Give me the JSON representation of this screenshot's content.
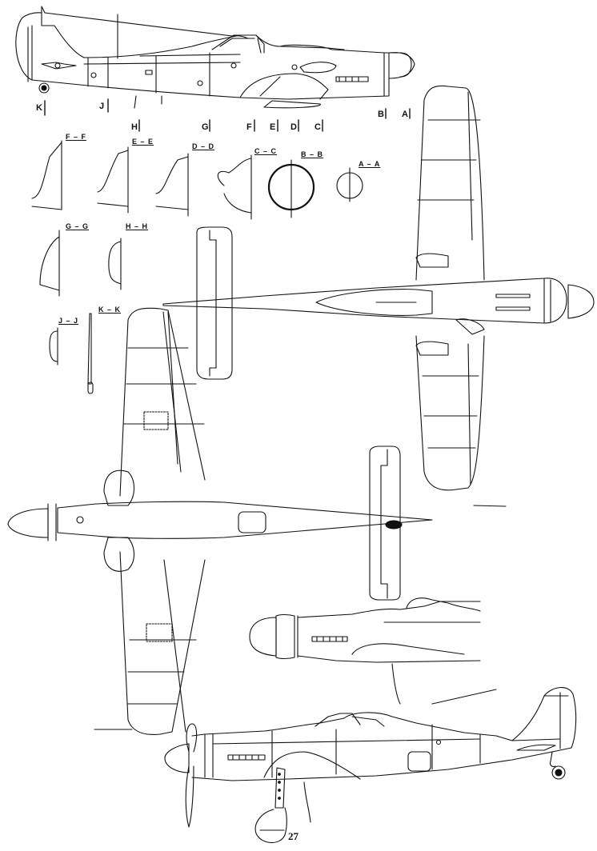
{
  "page": {
    "number": "27",
    "type": "technical-drawing",
    "subject": "aircraft multi-view plan drawing"
  },
  "views": [
    {
      "id": "side-view-top",
      "name": "port side profile"
    },
    {
      "id": "top-view",
      "name": "plan view from above"
    },
    {
      "id": "bottom-view",
      "name": "plan view from below"
    },
    {
      "id": "side-view-middle",
      "name": "forward fuselage side detail"
    },
    {
      "id": "side-view-bottom",
      "name": "starboard side profile with propeller and drop tank"
    }
  ],
  "station_markers": [
    "K",
    "J",
    "H",
    "G",
    "F",
    "E",
    "D",
    "C",
    "B",
    "A"
  ],
  "sections": [
    {
      "label": "F – F"
    },
    {
      "label": "E – E"
    },
    {
      "label": "D – D"
    },
    {
      "label": "C – C"
    },
    {
      "label": "B – B"
    },
    {
      "label": "A – A"
    },
    {
      "label": "G – G"
    },
    {
      "label": "H – H"
    },
    {
      "label": "J – J"
    },
    {
      "label": "K – K"
    }
  ],
  "colors": {
    "line": "#111111",
    "paper": "#ffffff"
  }
}
